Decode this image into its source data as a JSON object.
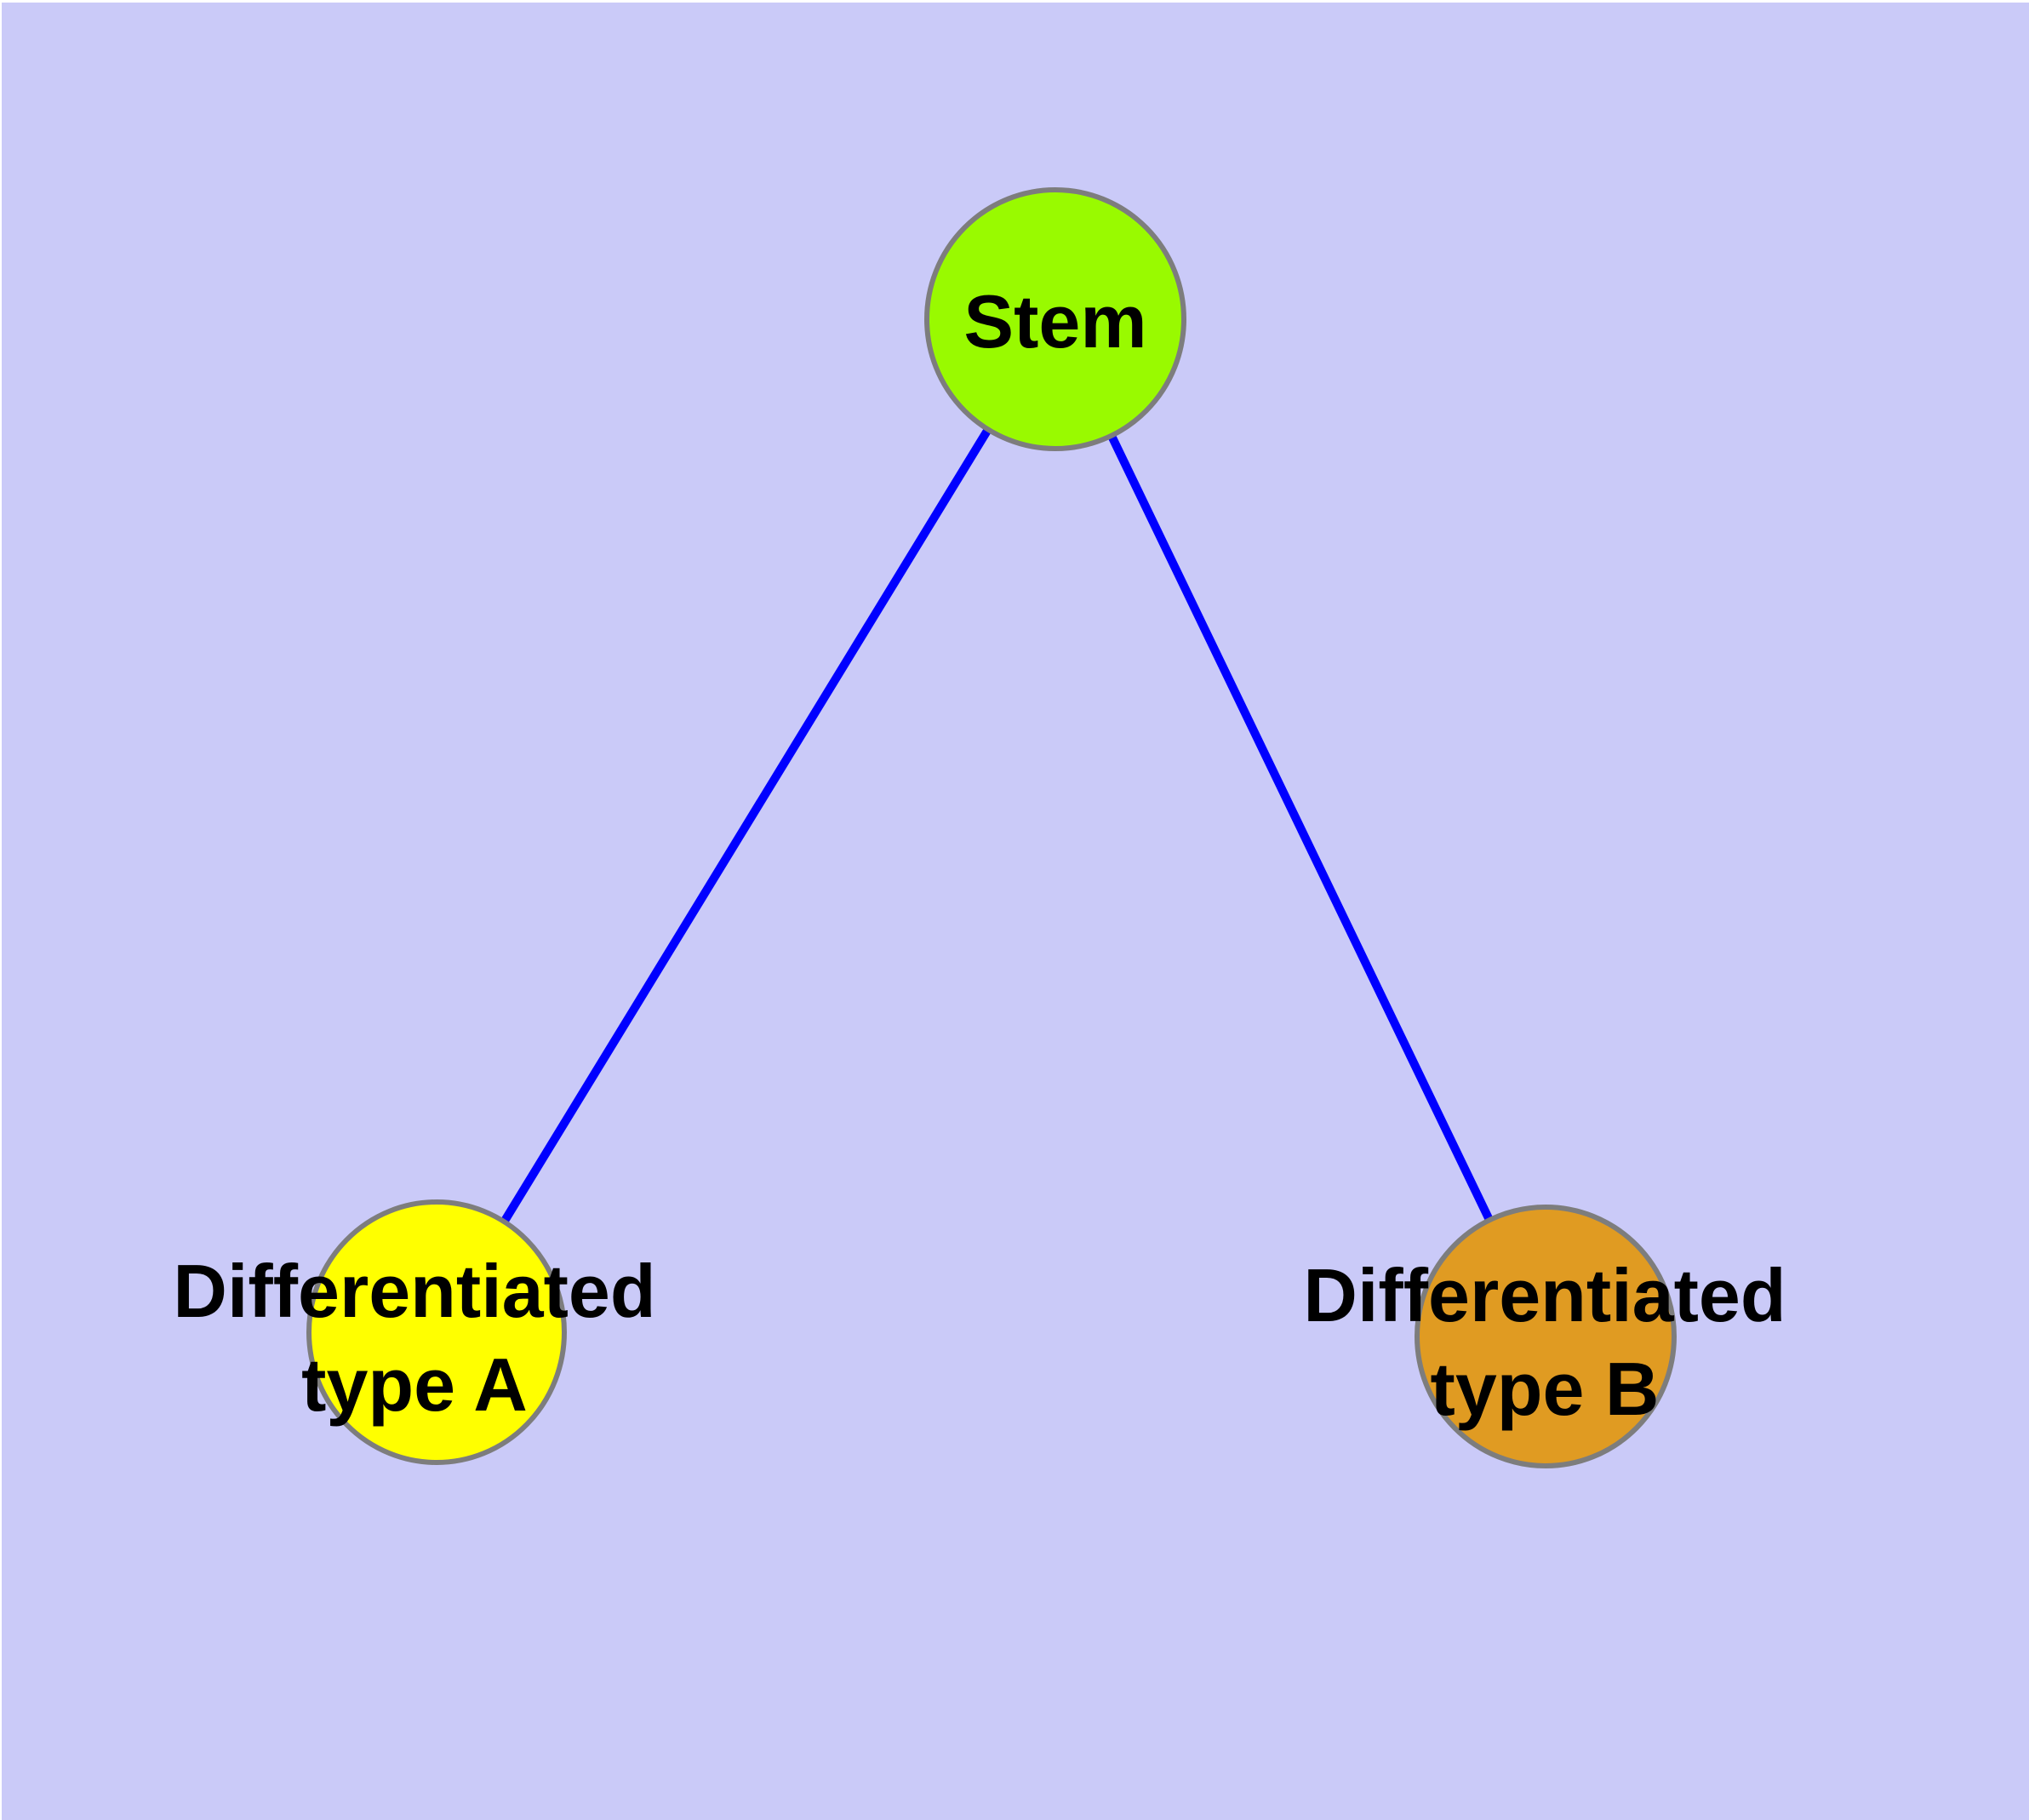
{
  "canvas": {
    "outer_margin_color": "#FFFFFF",
    "background_color": "#CACAF8"
  },
  "styles": {
    "node_border_color": "#7D7D7D",
    "edge_color": "#0000FF",
    "label_color": "#000000"
  },
  "nodes": {
    "stem": {
      "label": "Stem",
      "fill": "#99FA00"
    },
    "type_a": {
      "label_line1": "Differentiated",
      "label_line2": "type A",
      "fill": "#FFFF00"
    },
    "type_b": {
      "label_line1": "Differentiated",
      "label_line2": "type B",
      "fill": "#E09B22"
    }
  },
  "edges": [
    {
      "from": "Stem",
      "to": "Differentiated type A",
      "color": "#0000FF"
    },
    {
      "from": "Stem",
      "to": "Differentiated type B",
      "color": "#0000FF"
    }
  ]
}
